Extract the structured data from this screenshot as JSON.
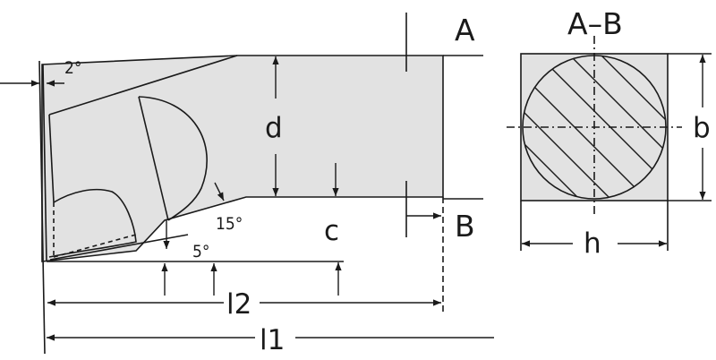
{
  "labels": {
    "section_a": "A",
    "section_b": "B",
    "section_view": "A–B",
    "angle_2": "2°",
    "angle_15": "15°",
    "angle_5": "5°",
    "dim_d": "d",
    "dim_c": "c",
    "dim_b": "b",
    "dim_h": "h",
    "dim_l2": "l2",
    "dim_l1": "l1"
  },
  "colors": {
    "fill": "#e2e2e2",
    "line": "#1a1a1a"
  }
}
